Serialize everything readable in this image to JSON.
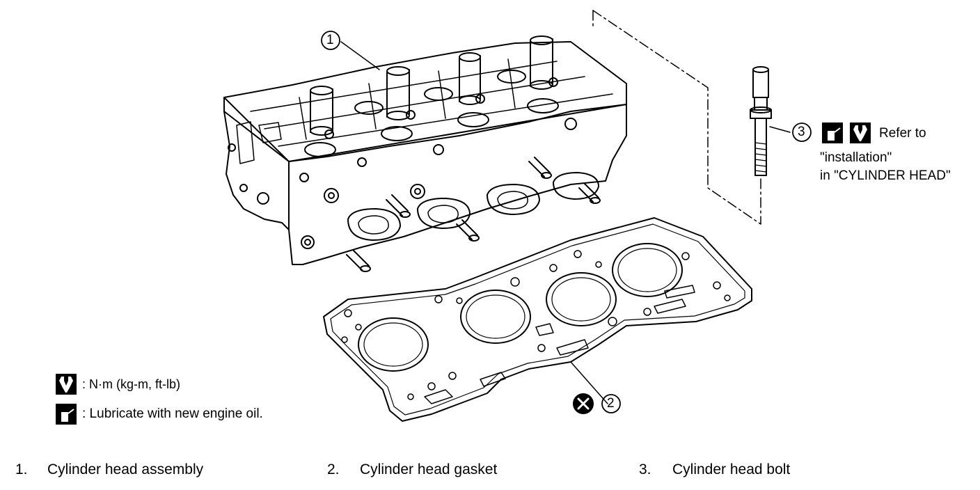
{
  "callouts": {
    "c1": "1",
    "c2": "2",
    "c3": "3"
  },
  "bolt_note": {
    "refer": "Refer to",
    "line2": "\"installation\"",
    "line3": "in \"CYLINDER HEAD\""
  },
  "legend": {
    "torque": ": N·m  (kg-m,  ft-lb)",
    "lube": ": Lubricate with new engine oil."
  },
  "parts": [
    {
      "num": "1.",
      "name": "Cylinder head assembly"
    },
    {
      "num": "2.",
      "name": "Cylinder head gasket"
    },
    {
      "num": "3.",
      "name": "Cylinder head bolt"
    }
  ]
}
